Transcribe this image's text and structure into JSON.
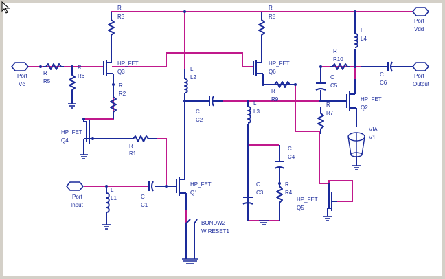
{
  "ports": {
    "vc": {
      "kind": "Port",
      "name": "Vc"
    },
    "vdd": {
      "kind": "Port",
      "name": "Vdd"
    },
    "input": {
      "kind": "Port",
      "name": "Input"
    },
    "output": {
      "kind": "Port",
      "name": "Output"
    }
  },
  "components": {
    "r3": {
      "kind": "R",
      "name": "R3"
    },
    "r8": {
      "kind": "R",
      "name": "R8"
    },
    "r5": {
      "kind": "R",
      "name": "R5"
    },
    "r6": {
      "kind": "R",
      "name": "R6"
    },
    "r2": {
      "kind": "R",
      "name": "R2"
    },
    "r1": {
      "kind": "R",
      "name": "R1"
    },
    "r9": {
      "kind": "R",
      "name": "R9"
    },
    "r10": {
      "kind": "R",
      "name": "R10"
    },
    "r7": {
      "kind": "R",
      "name": "R7"
    },
    "r4": {
      "kind": "R",
      "name": "R4"
    },
    "q3": {
      "kind": "HP_FET",
      "name": "Q3"
    },
    "q4": {
      "kind": "HP_FET",
      "name": "Q4"
    },
    "q6": {
      "kind": "HP_FET",
      "name": "Q6"
    },
    "q1": {
      "kind": "HP_FET",
      "name": "Q1"
    },
    "q2": {
      "kind": "HP_FET",
      "name": "Q2"
    },
    "q5": {
      "kind": "HP_FET",
      "name": "Q5"
    },
    "l2": {
      "kind": "L",
      "name": "L2"
    },
    "l3": {
      "kind": "L",
      "name": "L3"
    },
    "l4": {
      "kind": "L",
      "name": "L4"
    },
    "l1": {
      "kind": "L",
      "name": "L1"
    },
    "c2": {
      "kind": "C",
      "name": "C2"
    },
    "c5": {
      "kind": "C",
      "name": "C5"
    },
    "c6": {
      "kind": "C",
      "name": "C6"
    },
    "c4": {
      "kind": "C",
      "name": "C4"
    },
    "c3": {
      "kind": "C",
      "name": "C3"
    },
    "c1": {
      "kind": "C",
      "name": "C1"
    },
    "via": {
      "kind": "VIA",
      "name": "V1"
    },
    "bondwire": {
      "kind": "BONDW2",
      "name": "WIRESET1"
    }
  },
  "colors": {
    "wire": "#c0198c",
    "component": "#1a2a9a",
    "background": "#ffffff",
    "frame": "#d4d0c8"
  },
  "icons": {
    "cursor": "arrow-cursor-icon",
    "port": "port-hexagon-icon",
    "ground": "ground-icon"
  }
}
